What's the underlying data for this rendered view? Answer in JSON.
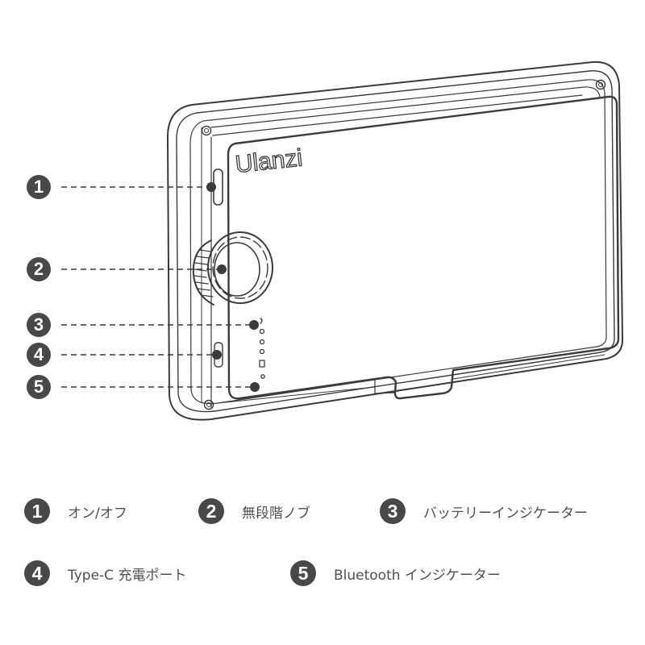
{
  "product": {
    "brand_logo": "Ulanzi"
  },
  "callouts": [
    {
      "number": "1"
    },
    {
      "number": "2"
    },
    {
      "number": "3"
    },
    {
      "number": "4"
    },
    {
      "number": "5"
    }
  ],
  "legend": [
    {
      "number": "1",
      "label": "オン/オフ"
    },
    {
      "number": "2",
      "label": "無段階ノブ"
    },
    {
      "number": "3",
      "label": "バッテリーインジケーター"
    },
    {
      "number": "4",
      "label": "Type-C 充電ポート"
    },
    {
      "number": "5",
      "label": "Bluetooth インジケーター"
    }
  ],
  "colors": {
    "line": "#3c3a3b",
    "badge": "#4a4748",
    "text": "#4f4f4f"
  }
}
